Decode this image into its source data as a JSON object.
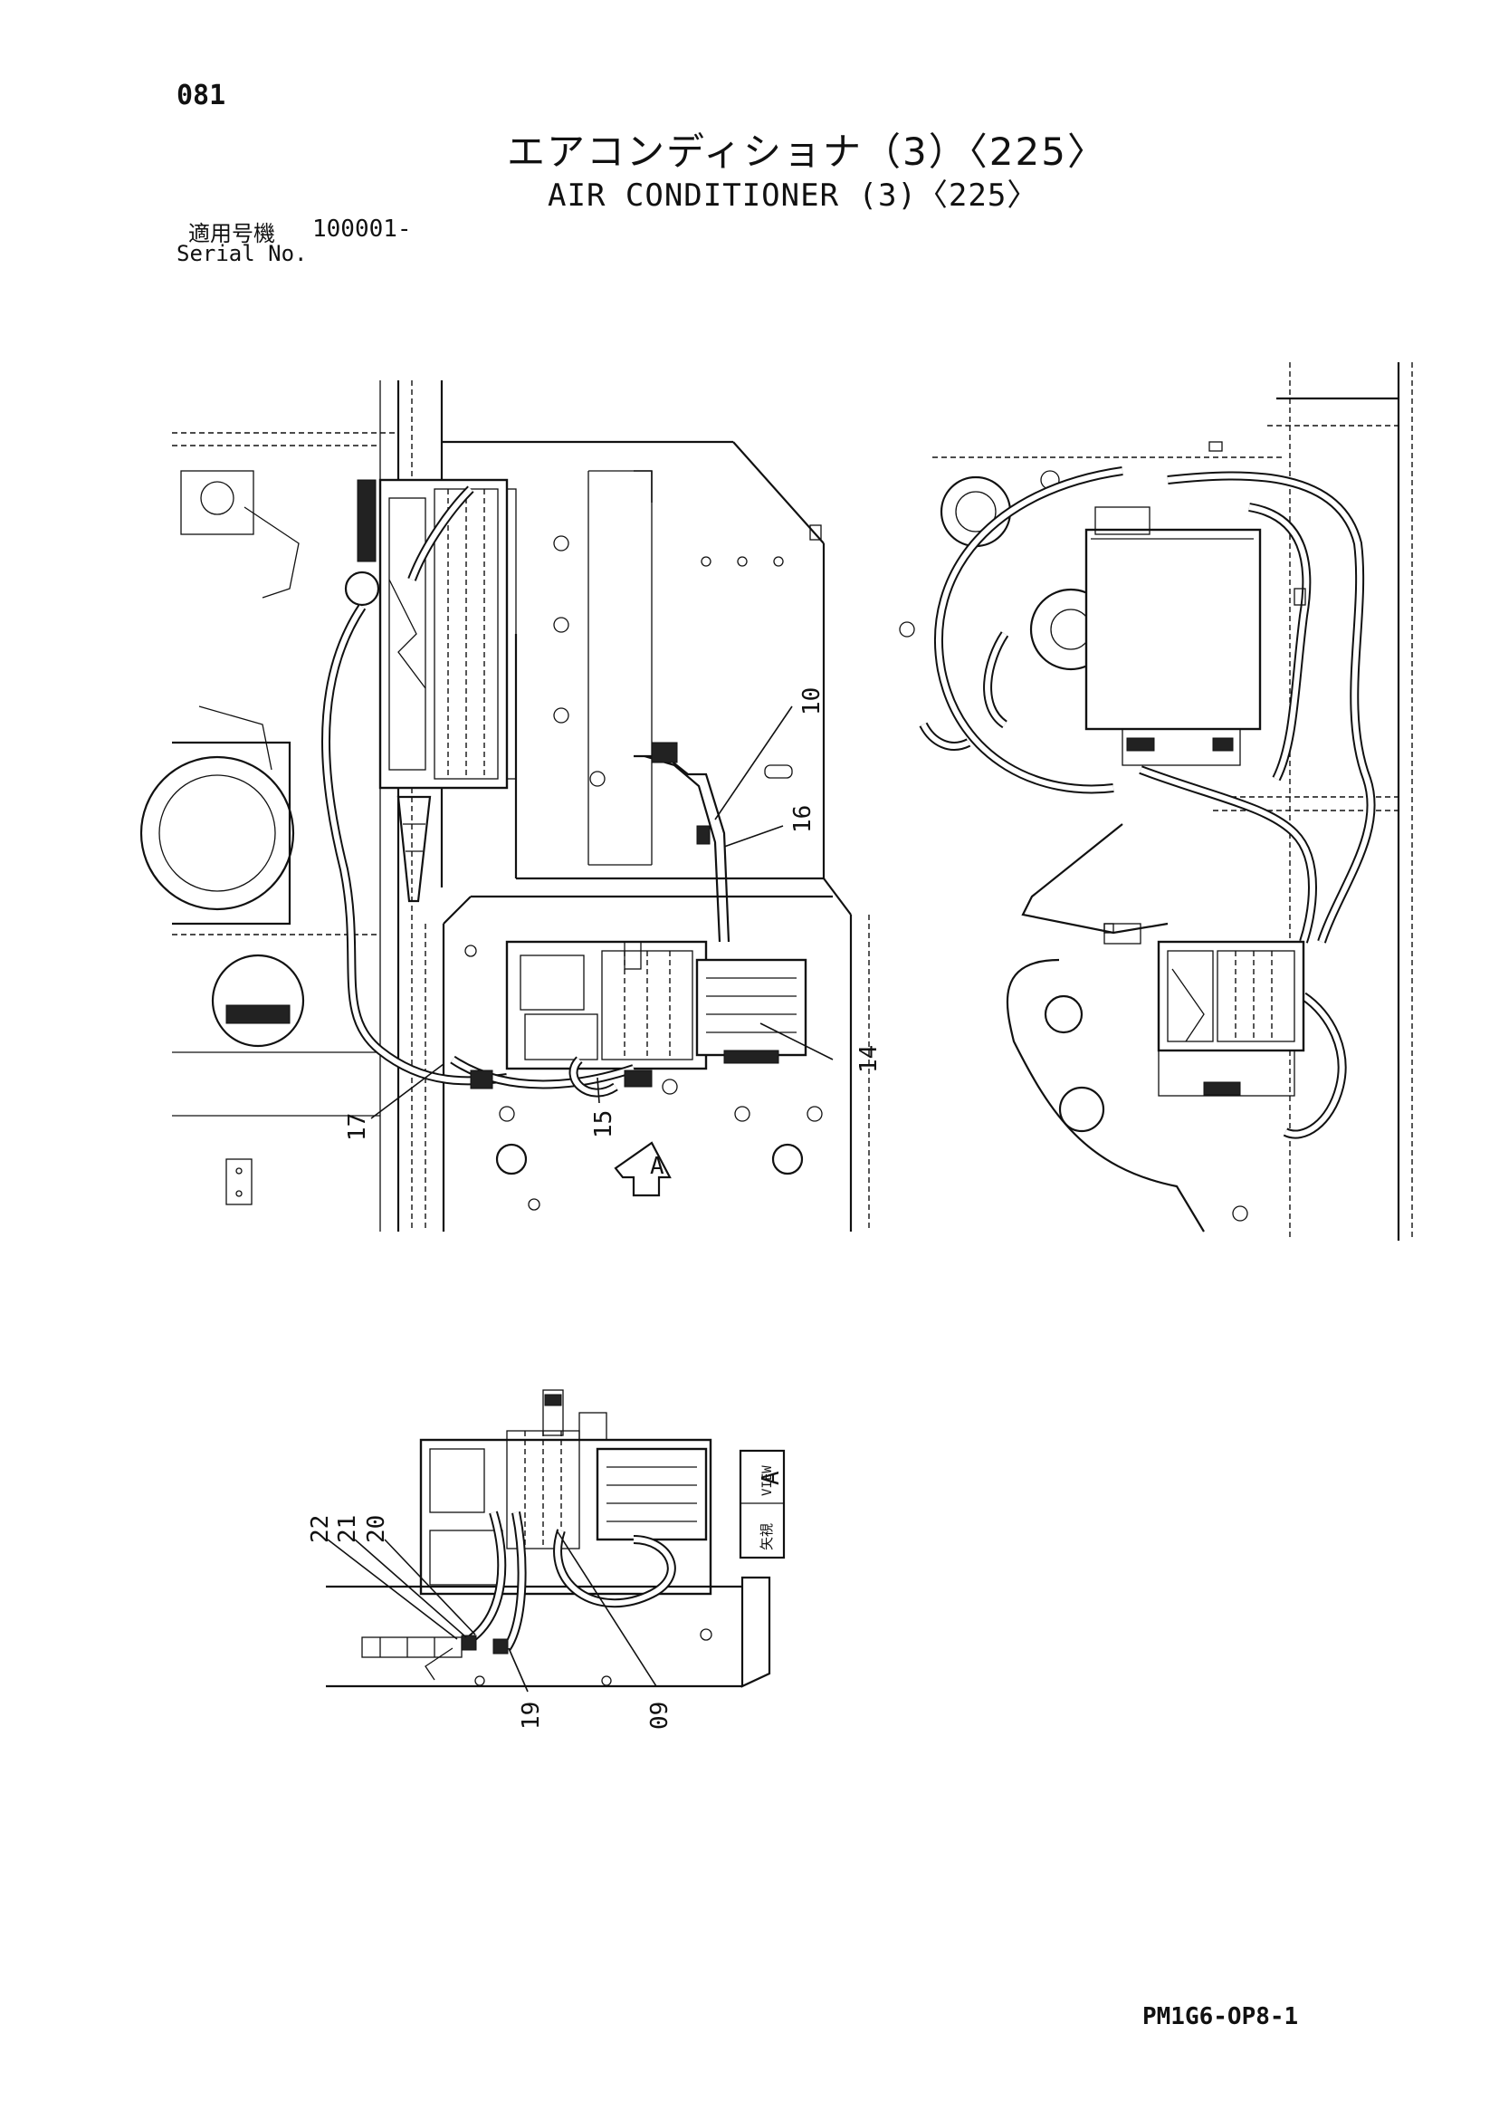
{
  "header": {
    "page_number": "081",
    "title_ja": "エアコンディショナ（3）〈225〉",
    "title_en": "AIR CONDITIONER (3)〈225〉",
    "serial_label_ja": "適用号機",
    "serial_value": "100001-",
    "serial_label_en": "Serial No."
  },
  "callouts": {
    "c10": "10",
    "c16": "16",
    "c14": "14",
    "c17": "17",
    "c15": "15",
    "c22": "22",
    "c21": "21",
    "c20": "20",
    "c19": "19",
    "c09": "09",
    "view_marker": "A"
  },
  "view_label": {
    "ja": "矢視",
    "en": "VIEW",
    "letter": "A"
  },
  "footer": {
    "document_code": "PM1G6-OP8-1"
  }
}
